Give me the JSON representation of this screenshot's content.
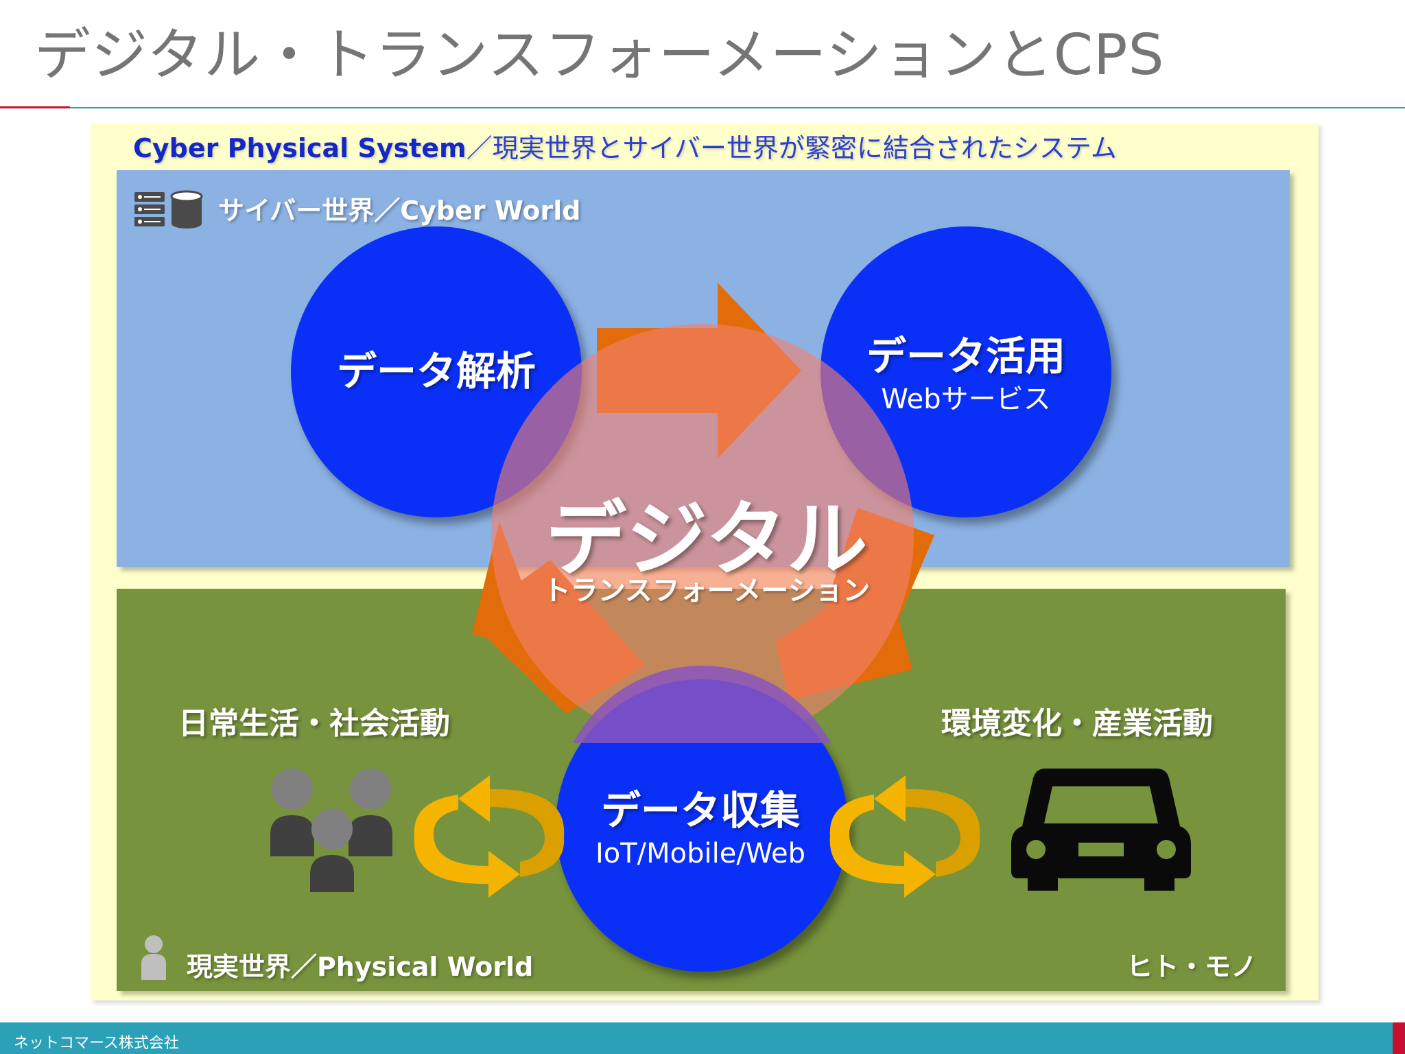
{
  "slide": {
    "title": "デジタル・トランスフォーメーションとCPS",
    "footer_company": "ネットコマース株式会社"
  },
  "outer": {
    "heading_en": "Cyber Physical System",
    "heading_ja": "／現実世界とサイバー世界が緊密に結合されたシステム"
  },
  "cyber": {
    "label": "サイバー世界／Cyber World",
    "analysis_title": "データ解析",
    "utilization_title": "データ活用",
    "utilization_sub": "Webサービス"
  },
  "center": {
    "title": "デジタル",
    "subtitle": "トランスフォーメーション"
  },
  "physical": {
    "label": "現実世界／Physical World",
    "left_heading": "日常生活・社会活動",
    "right_heading": "環境変化・産業活動",
    "collection_title": "データ収集",
    "collection_sub": "IoT/Mobile/Web",
    "corner_label": "ヒト・モノ"
  },
  "icons": [
    "database-server-icon",
    "person-icon",
    "people-group-icon",
    "car-icon",
    "cycle-arrows-icon"
  ],
  "colors": {
    "title_gray": "#757575",
    "accent_red": "#c8102e",
    "accent_teal": "#2ba0b6",
    "outer_panel": "#ffffcc",
    "cyber_panel": "#8cb2e4",
    "physical_panel": "#77933d",
    "circle_blue": "#0a2ff7",
    "arrow_orange": "#e36c0a",
    "cycle_yellow": "#f5b400"
  }
}
